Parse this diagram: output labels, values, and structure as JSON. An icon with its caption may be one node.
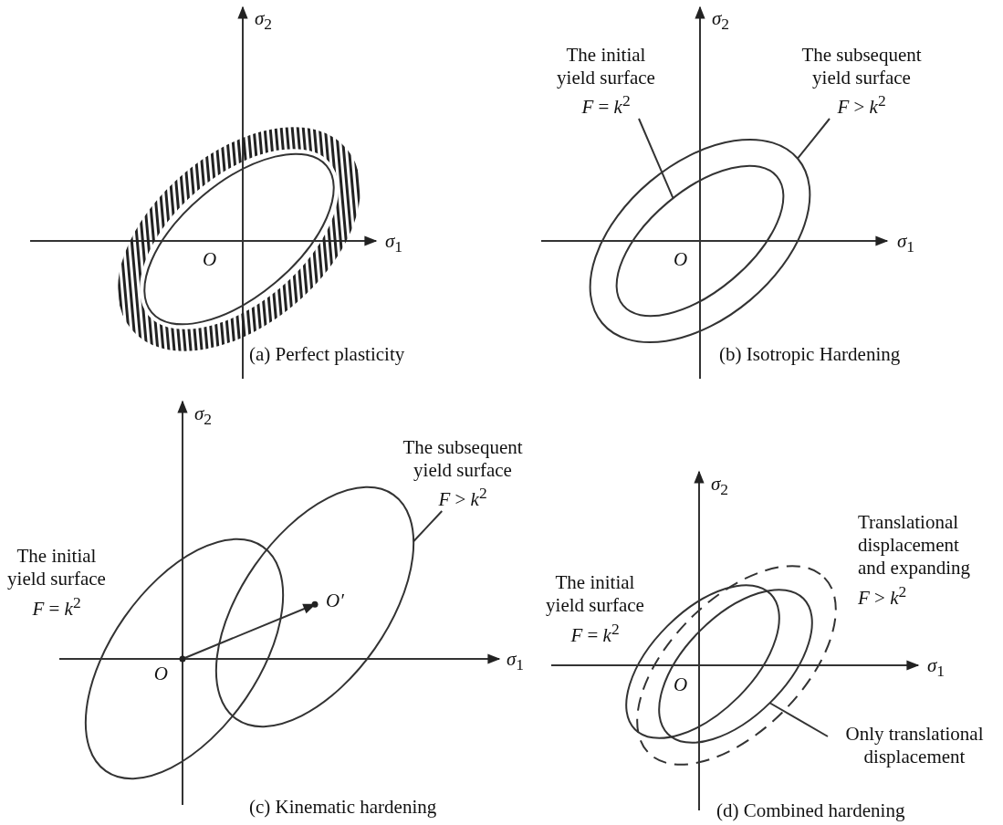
{
  "diagram": {
    "nodes": [
      {
        "text": [],
        "shape": "ellipse"
      },
      {
        "text": [
          "The initial yield surface",
          "*F* = *k*$^{2}$"
        ]
      },
      {
        "text": [],
        "shape": "ellipse"
      },
      {
        "text": [],
        "shape": "ellipse",
        "in": 2
      },
      {
        "text": [
          "The subsequent yield surface",
          "*F* > *k*$^{2}$"
        ]
      },
      {
        "text": [],
        "shape": "ellipse"
      },
      {
        "text": [
          "The subsequent yield surface",
          "*F* > *k*$^{2}$"
        ]
      },
      {
        "text": [],
        "shape": "ellipse"
      },
      {
        "text": [
          "O"
        ],
        "in": 5
      },
      {
        "text": [
          "O′"
        ],
        "in": 7
      },
      {
        "text": [],
        "shape": "ellipse"
      },
      {
        "text": [],
        "shape": "ellipse"
      },
      {
        "text": [],
        "shape": "ellipse",
        "in": 10
      },
      {
        "text": [
          "Only translational displacement"
        ]
      }
    ],
    "edges": [
      {
        "from": 1,
        "to": 3,
        "arrow": "none"
      },
      {
        "from": 4,
        "to": 2,
        "arrow": "none"
      },
      {
        "from": 6,
        "to": 7,
        "arrow": "none"
      },
      {
        "from": 8,
        "to": 9,
        "arrow": "to"
      },
      {
        "from": 13,
        "to": 12,
        "arrow": "none"
      }
    ],
    "labels": [
      "*σ*$_{2}$",
      "*σ*$_{1}$",
      "O",
      "(a) Perfect plasticity",
      "*σ*$_{2}$",
      "*σ*$_{1}$",
      "O",
      "(b) Isotropic Hardening",
      "*σ*$_{2}$",
      "The initial yield surface",
      "*F* = *k*$^{2}$",
      "*σ*$_{1}$",
      "(c) Kinematic hardening",
      "*σ*$_{2}$",
      "Translational displacement and expanding",
      "*F* > *k*$^{2}$",
      "The initial yield surface",
      "*F* = *k*$^{2}$",
      "*σ*$_{1}$",
      "O",
      "(d) Combined hardening"
    ]
  }
}
